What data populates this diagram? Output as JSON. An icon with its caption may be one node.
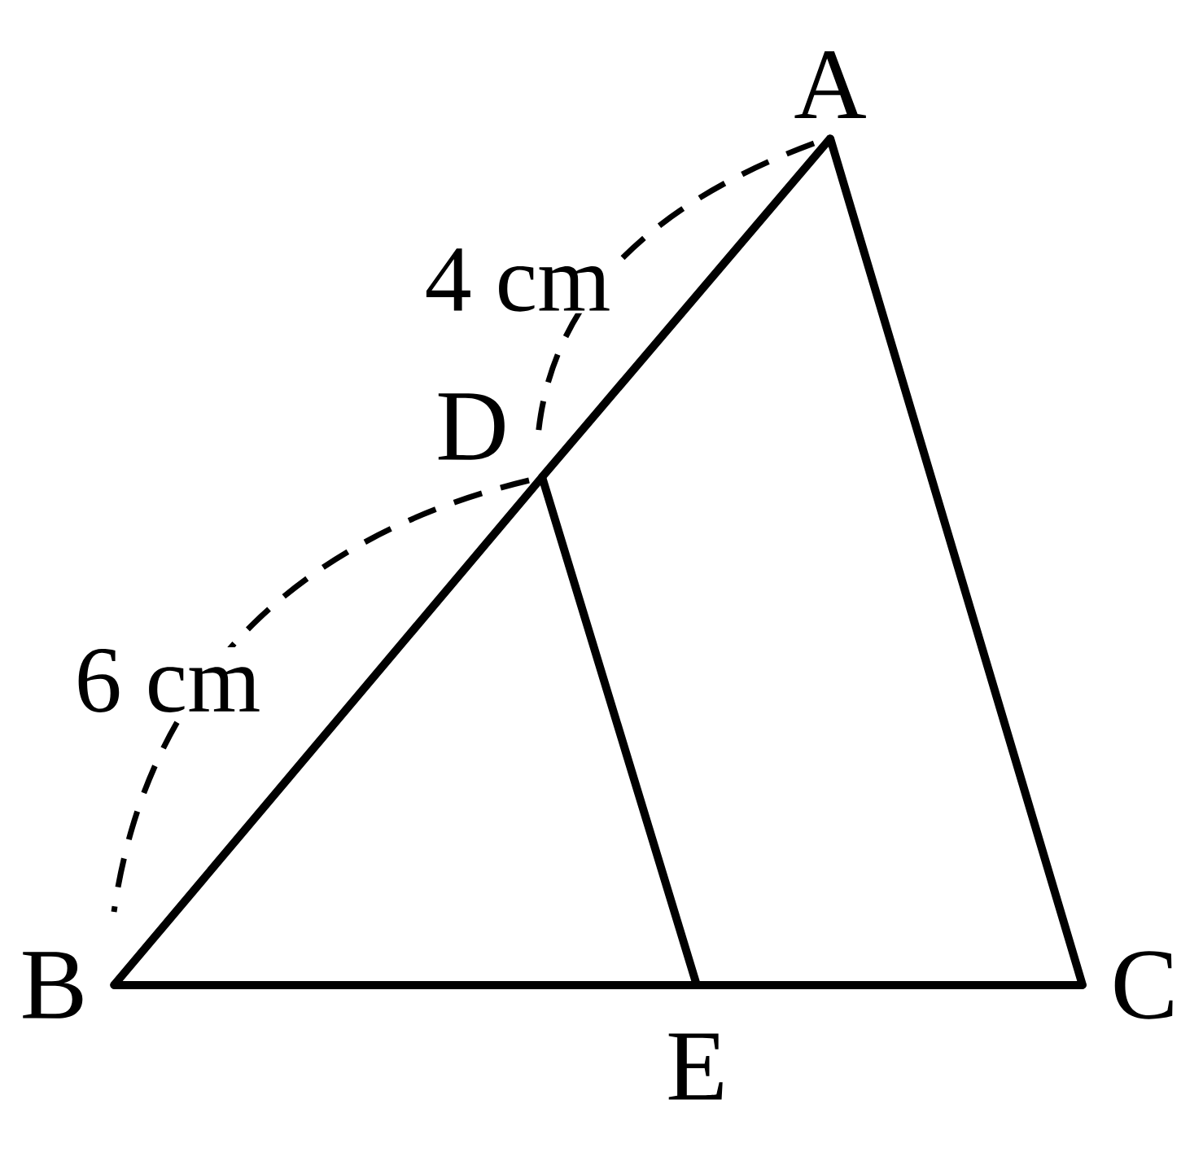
{
  "diagram": {
    "nodes": [
      {
        "text": [
          "A"
        ]
      },
      {
        "text": [
          "D"
        ]
      },
      {
        "text": [
          "B"
        ]
      },
      {
        "text": [
          "E"
        ]
      },
      {
        "text": [
          "C"
        ]
      }
    ],
    "edges": [
      {
        "from": 0,
        "to": 1,
        "arrow": "none"
      },
      {
        "from": 1,
        "to": 2,
        "arrow": "none"
      },
      {
        "from": 2,
        "to": 3,
        "arrow": "none"
      },
      {
        "from": 3,
        "to": 4,
        "arrow": "none"
      },
      {
        "from": 4,
        "to": 0,
        "arrow": "none"
      },
      {
        "from": 1,
        "to": 3,
        "arrow": "none"
      }
    ],
    "labels": [
      "4 cm",
      "6 cm"
    ]
  }
}
